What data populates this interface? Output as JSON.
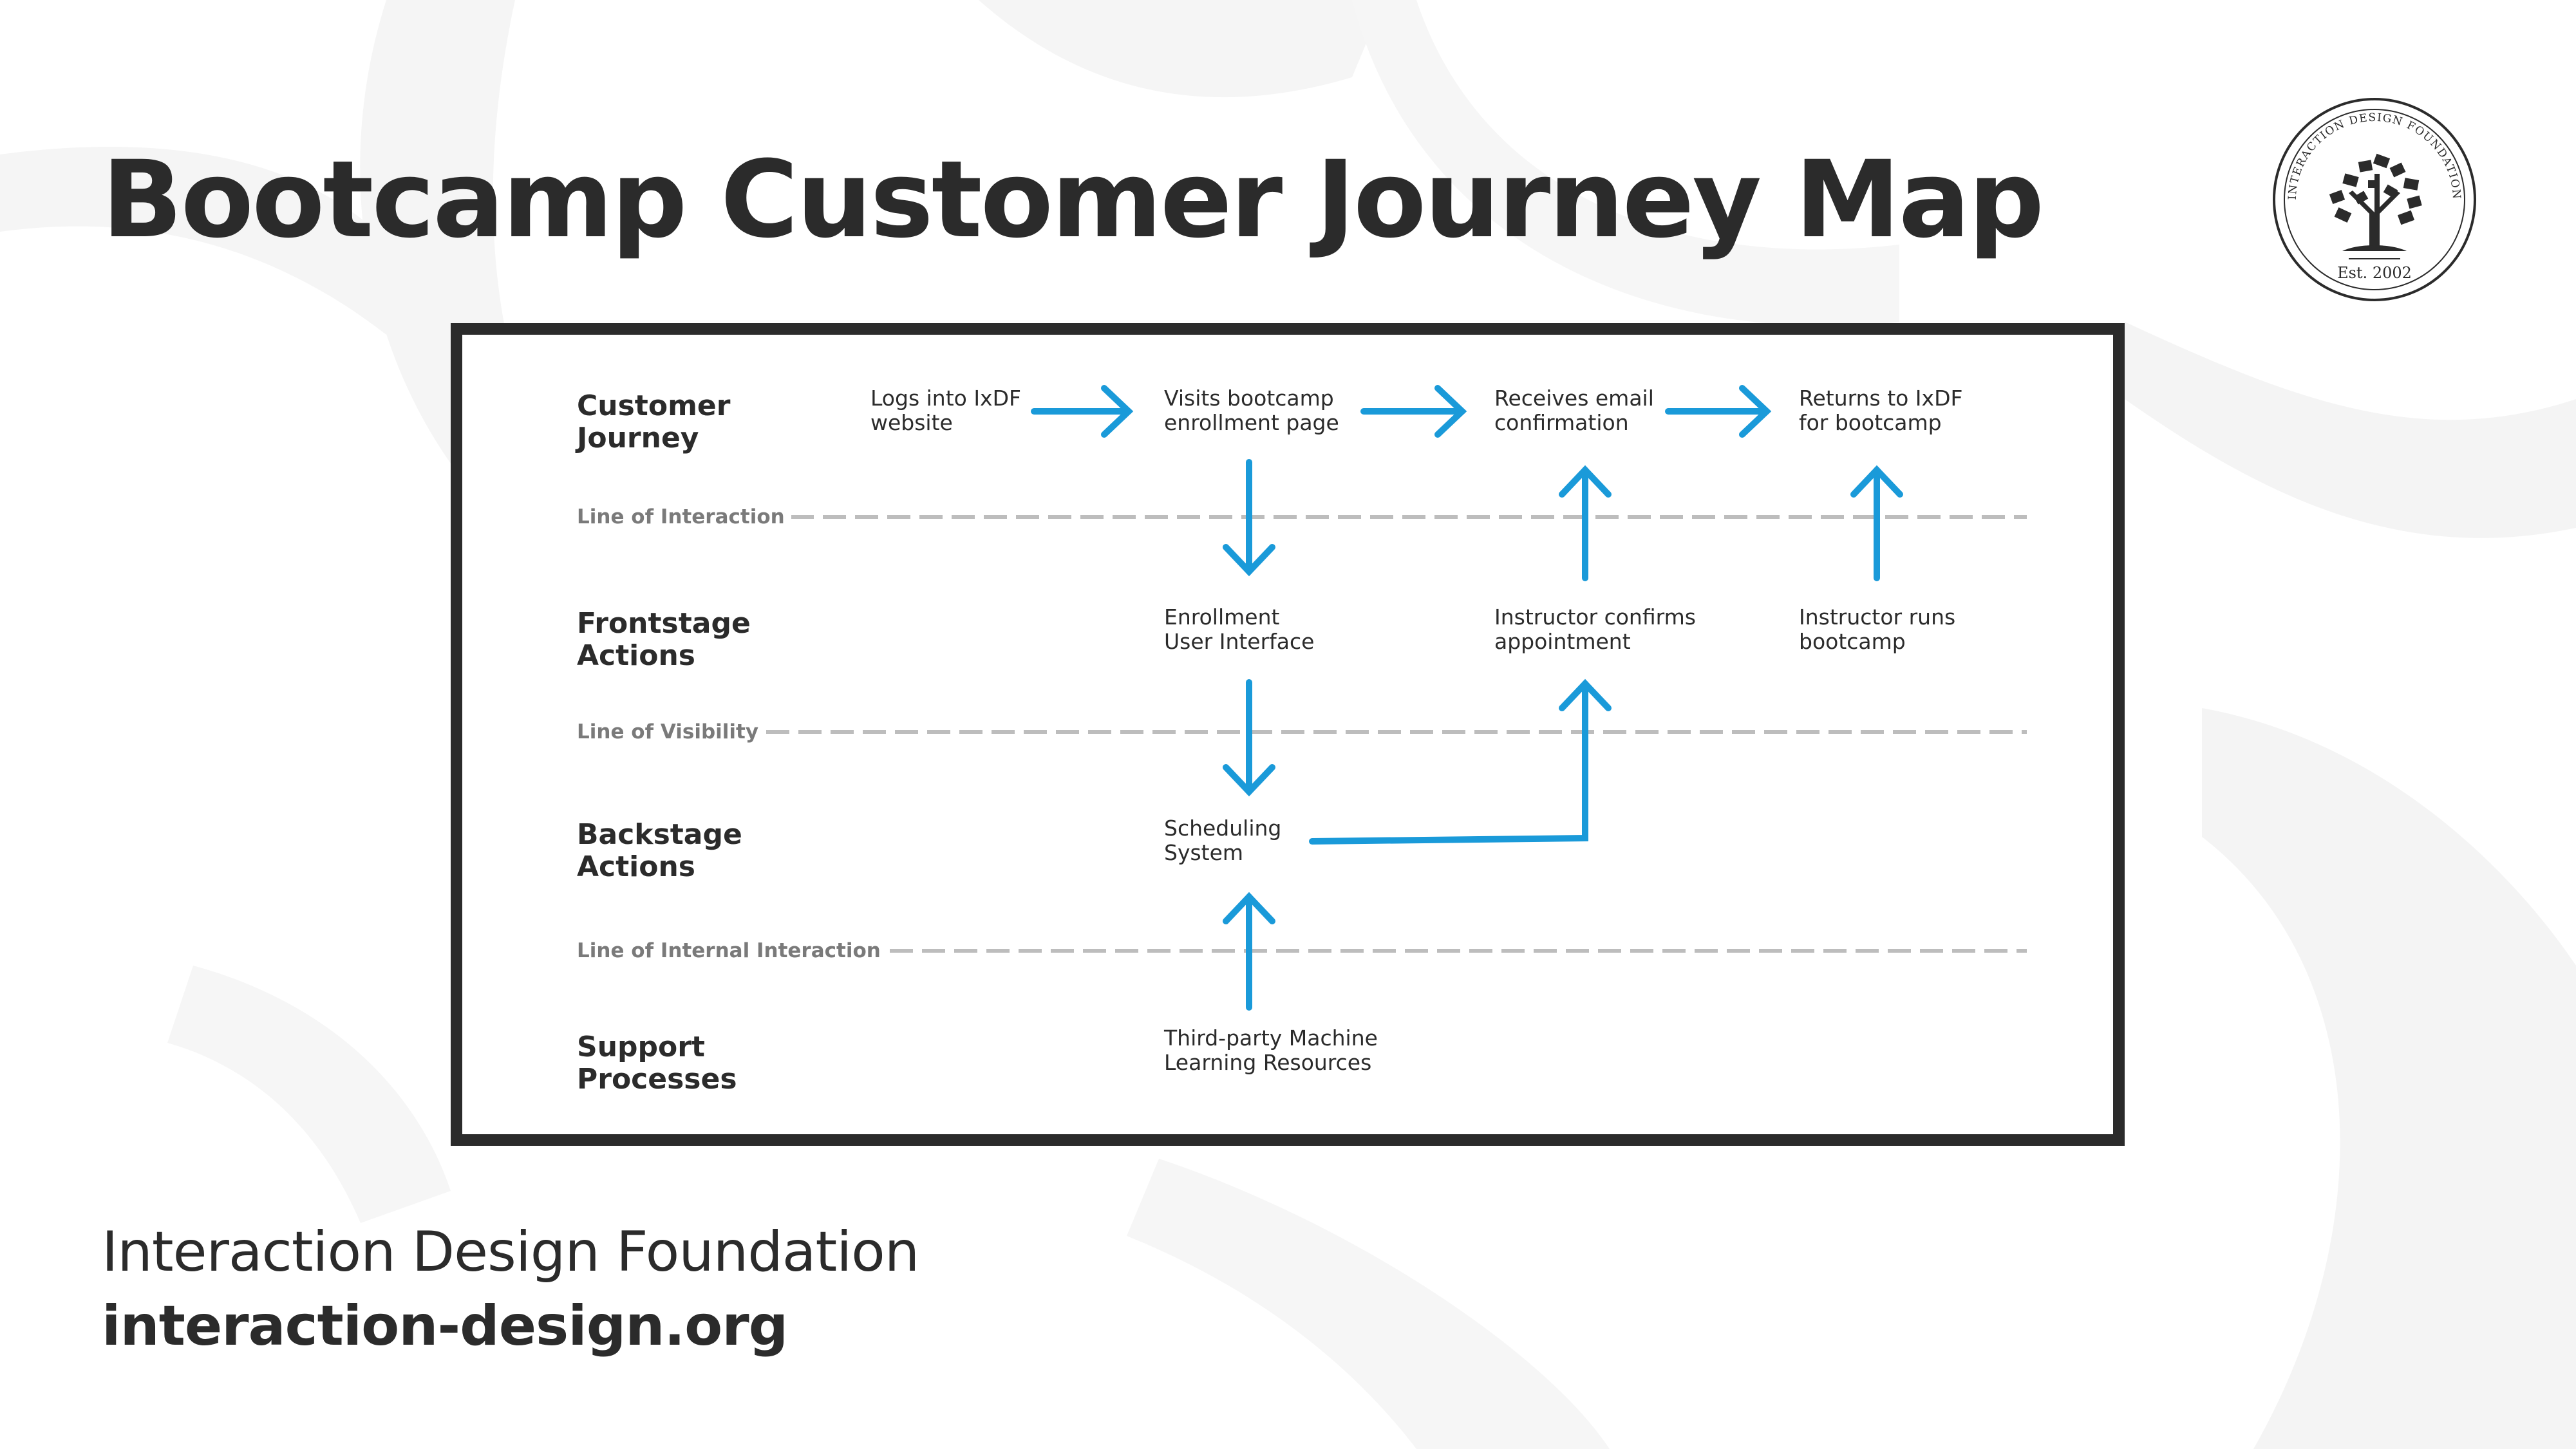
{
  "page": {
    "title": "Bootcamp Customer Journey Map"
  },
  "logo": {
    "ring_text": "INTERACTION DESIGN FOUNDATION",
    "est": "Est. 2002"
  },
  "lanes": [
    {
      "id": "customer-journey",
      "label": "Customer Journey"
    },
    {
      "id": "frontstage-actions",
      "label": "Frontstage Actions"
    },
    {
      "id": "backstage-actions",
      "label": "Backstage Actions"
    },
    {
      "id": "support-processes",
      "label": "Support Processes"
    }
  ],
  "lines": [
    {
      "id": "interaction",
      "label": "Line of Interaction"
    },
    {
      "id": "visibility",
      "label": "Line of Visibility"
    },
    {
      "id": "internal-interaction",
      "label": "Line of Internal Interaction"
    }
  ],
  "steps": {
    "logs_into": "Logs into IxDF website",
    "visits_enrollment": "Visits bootcamp enrollment page",
    "receives_email": "Receives email confirmation",
    "returns_for_bootcamp": "Returns to IxDF for bootcamp",
    "enrollment_ui": "Enrollment User Interface",
    "instructor_confirms": "Instructor confirms appointment",
    "instructor_runs": "Instructor runs bootcamp",
    "scheduling_system": "Scheduling System",
    "third_party": "Third-party Machine Learning Resources"
  },
  "colors": {
    "arrow": "#1a9ad9",
    "text": "#2b2b2b",
    "dashed_line": "#bdbdbd",
    "line_label": "#7a7a7a",
    "background_shape": "#f4f4f4"
  },
  "footer": {
    "org_name": "Interaction Design Foundation",
    "url": "interaction-design.org"
  }
}
